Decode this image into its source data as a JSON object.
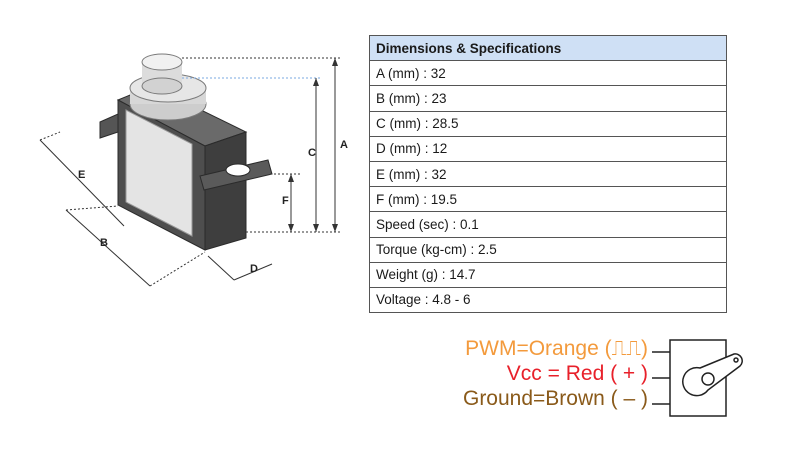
{
  "drawing": {
    "labels": {
      "a": "A",
      "b": "B",
      "c": "C",
      "d": "D",
      "e": "E",
      "f": "F"
    }
  },
  "spec_table": {
    "header": "Dimensions & Specifications",
    "rows": [
      "A (mm) : 32",
      "B (mm) : 23",
      "C (mm) : 28.5",
      "D (mm) : 12",
      "E (mm) : 32",
      "F (mm) : 19.5",
      "Speed (sec) : 0.1",
      "Torque (kg-cm) : 2.5",
      "Weight (g) : 14.7",
      "Voltage : 4.8 - 6"
    ]
  },
  "wiring": {
    "pwm": "PWM=Orange (⎍⎍)",
    "vcc": "Vcc = Red ( + )",
    "ground": "Ground=Brown ( – )"
  },
  "colors": {
    "pwm": "#f39a3c",
    "vcc": "#e8202a",
    "ground": "#8a5a1a",
    "table_header": "#cfe0f5"
  }
}
